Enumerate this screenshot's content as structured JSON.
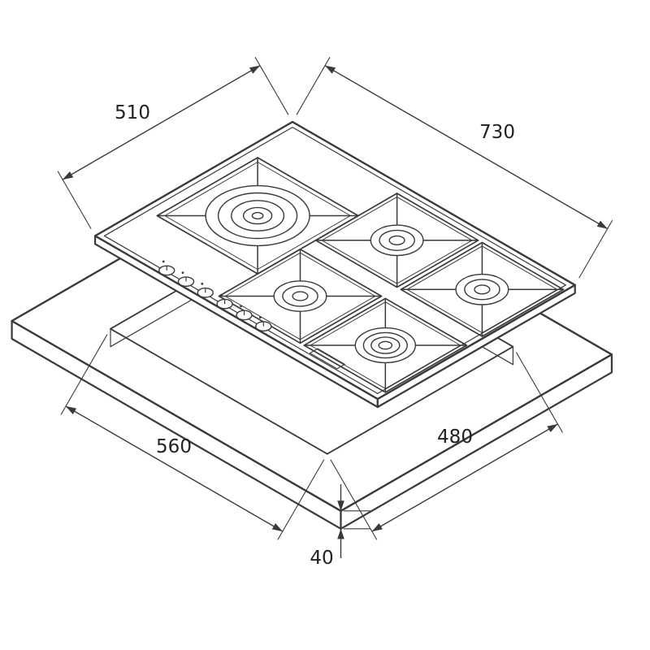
{
  "colors": {
    "line": "#3a3a3a",
    "label": "#222222",
    "background": "#ffffff"
  },
  "dimensions": {
    "hob_depth": "510",
    "hob_width": "730",
    "cutout_width": "560",
    "cutout_depth": "480",
    "worktop_thickness": "40"
  }
}
